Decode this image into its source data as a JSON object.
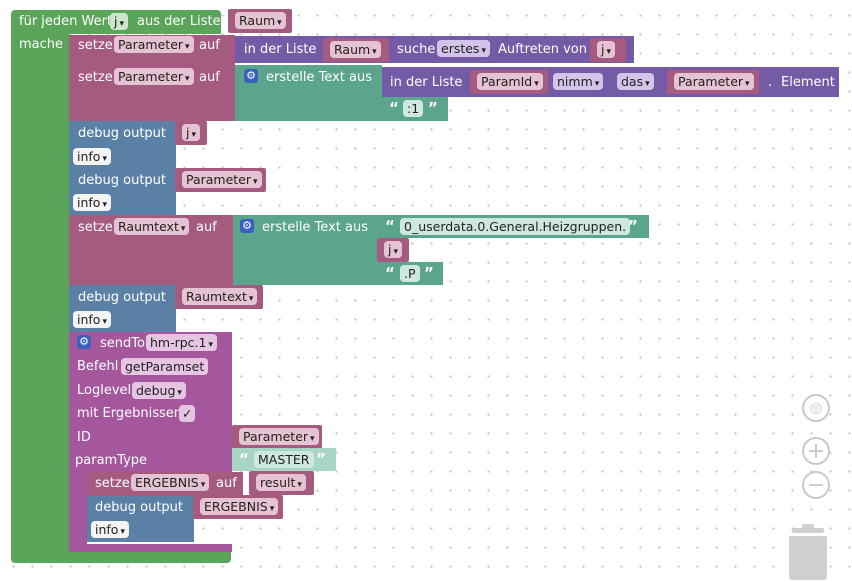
{
  "loop": {
    "label_prefix": "für jeden Wert",
    "var": "j",
    "label_mid": "aus der Liste",
    "list_var": "Raum",
    "do_label": "mache"
  },
  "block1": {
    "label_set": "setze",
    "var": "Parameter",
    "label_to": "auf",
    "fn_label": "in der Liste",
    "list_var": "Raum",
    "find_label": "suche",
    "mode": "erstes",
    "occur_label": "Auftreten von",
    "item_var": "j"
  },
  "block2": {
    "label_set": "setze",
    "var": "Parameter",
    "label_to": "auf",
    "text_label": "erstelle Text aus",
    "fn_label": "in der Liste",
    "list_var": "ParamId",
    "op": "nimm",
    "which": "das",
    "index_var": "Parameter",
    "dot": ".",
    "elem_label": "Element",
    "suffix_text": ":1"
  },
  "debug1": {
    "label": "debug output",
    "var": "j",
    "level": "info"
  },
  "debug2": {
    "label": "debug output",
    "var": "Parameter",
    "level": "info"
  },
  "block3": {
    "label_set": "setze",
    "var": "Raumtext",
    "label_to": "auf",
    "text_label": "erstelle Text aus",
    "text1": "0_userdata.0.General.Heizgruppen.",
    "var2": "j",
    "text3": ".P"
  },
  "debug3": {
    "label": "debug output",
    "var": "Raumtext",
    "level": "info"
  },
  "sendto": {
    "label": "sendTo",
    "adapter": "hm-rpc.1",
    "cmd_label": "Befehl",
    "cmd": "getParamset",
    "log_label": "Loglevel",
    "log_level": "debug",
    "results_label": "mit Ergebnissen",
    "results_check": "✓",
    "id_label": "ID",
    "id_var": "Parameter",
    "paramtype_label": "paramType",
    "paramtype_text": "MASTER",
    "inner_set": {
      "label_set": "setze",
      "var": "ERGEBNIS",
      "label_to": "auf",
      "value_var": "result"
    },
    "inner_debug": {
      "label": "debug output",
      "var": "ERGEBNIS",
      "level": "info"
    }
  },
  "colors": {
    "loop": "#5ba55b",
    "variable": "#a55b80",
    "list": "#745ba5",
    "text": "#5ba58c",
    "debug": "#5b80a5",
    "sendto": "#a5579e"
  },
  "icons": [
    "gear-icon",
    "dropdown-arrow-icon",
    "center-target-icon",
    "zoom-in-icon",
    "zoom-out-icon",
    "trash-icon"
  ]
}
